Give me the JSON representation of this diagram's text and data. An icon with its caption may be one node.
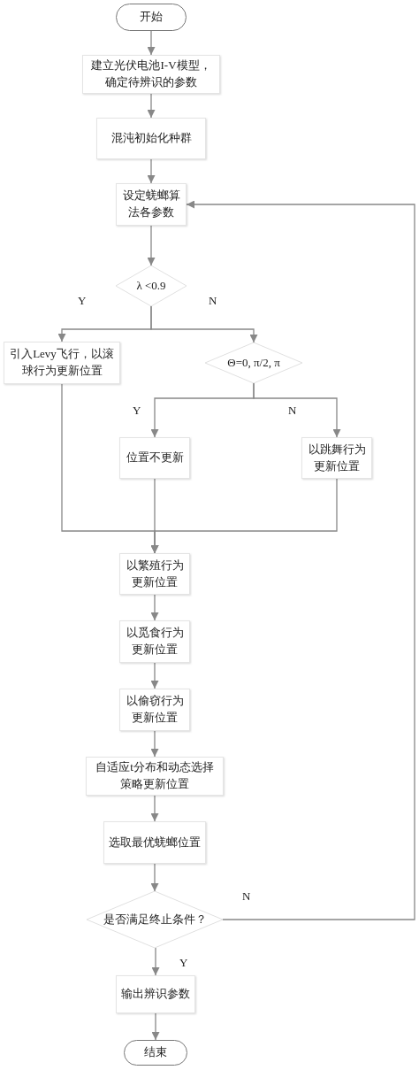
{
  "diagram": {
    "nodes": [
      {
        "text": [
          "开始"
        ]
      },
      {
        "text": [
          "建立光伏电池I-V模型，确定待辨识的参数"
        ]
      },
      {
        "text": [
          "混沌初始化种群"
        ]
      },
      {
        "text": [
          "设定蜣螂算法各参数"
        ]
      },
      {
        "text": [
          "λ <0.9"
        ]
      },
      {
        "text": [
          "引入Levy飞行，以滚球行为更新位置"
        ]
      },
      {
        "text": [
          "Θ=0, π/2, π"
        ]
      },
      {
        "text": [
          "位置不更新"
        ]
      },
      {
        "text": [
          "以跳舞行为更新位置"
        ]
      },
      {
        "text": [
          "以繁殖行为更新位置"
        ]
      },
      {
        "text": [
          "以觅食行为更新位置"
        ]
      },
      {
        "text": [
          "以偷窃行为更新位置"
        ]
      },
      {
        "text": [
          "自适应t分布和动态选择策略更新位置"
        ]
      },
      {
        "text": [
          "选取最优蜣螂位置"
        ]
      },
      {
        "text": [
          "是否满足终止条件？"
        ]
      },
      {
        "text": [
          "输出辨识参数"
        ]
      },
      {
        "text": [
          "结束"
        ]
      }
    ],
    "edges": [
      {
        "from": 0,
        "to": 1,
        "arrow": "to"
      },
      {
        "from": 1,
        "to": 2,
        "arrow": "to"
      },
      {
        "from": 2,
        "to": 3,
        "arrow": "to"
      },
      {
        "from": 3,
        "to": 4,
        "arrow": "to"
      },
      {
        "from": 4,
        "to": 5,
        "arrow": "to",
        "label": "Y"
      },
      {
        "from": 4,
        "to": 6,
        "arrow": "to",
        "label": "N"
      },
      {
        "from": 6,
        "to": 7,
        "arrow": "to",
        "label": "Y"
      },
      {
        "from": 6,
        "to": 8,
        "arrow": "to",
        "label": "N"
      },
      {
        "from": 5,
        "to": 9,
        "arrow": "to"
      },
      {
        "from": 7,
        "to": 9,
        "arrow": "to"
      },
      {
        "from": 8,
        "to": 9,
        "arrow": "to"
      },
      {
        "from": 9,
        "to": 10,
        "arrow": "to"
      },
      {
        "from": 10,
        "to": 11,
        "arrow": "to"
      },
      {
        "from": 11,
        "to": 12,
        "arrow": "to"
      },
      {
        "from": 12,
        "to": 13,
        "arrow": "to"
      },
      {
        "from": 13,
        "to": 14,
        "arrow": "to"
      },
      {
        "from": 14,
        "to": 15,
        "arrow": "to",
        "label": "Y"
      },
      {
        "from": 15,
        "to": 16,
        "arrow": "to"
      },
      {
        "from": 14,
        "to": 3,
        "arrow": "to",
        "label": "N"
      }
    ]
  }
}
